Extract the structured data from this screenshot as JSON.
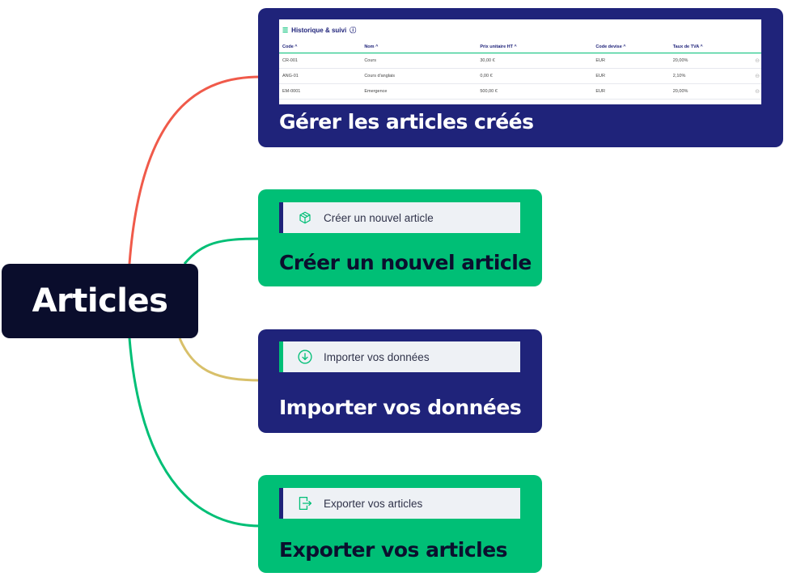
{
  "root": {
    "label": "Articles"
  },
  "colors": {
    "navy": "#1f237a",
    "green": "#00bf76",
    "dark": "#0a0d2c",
    "link_red": "#f05a4a",
    "link_green": "#00bf76",
    "link_gold": "#d8c06a"
  },
  "nodes": {
    "manage": {
      "title": "Gérer les articles créés",
      "preview": {
        "heading": "Historique & suivi",
        "heading_icon": "list-icon",
        "info_icon": "info-icon",
        "columns": [
          "Code",
          "Nom",
          "Prix unitaire HT",
          "Code devise",
          "Taux de TVA"
        ],
        "rows": [
          [
            "CR-001",
            "Cours",
            "30,00 €",
            "EUR",
            "20,00%"
          ],
          [
            "ANG-01",
            "Cours d'anglais",
            "0,00 €",
            "EUR",
            "2,10%"
          ],
          [
            "EM-0001",
            "Emergence",
            "500,00 €",
            "EUR",
            "20,00%"
          ]
        ]
      }
    },
    "create": {
      "title": "Créer un nouvel article",
      "action_label": "Créer un nouvel article",
      "action_icon": "box-icon"
    },
    "import": {
      "title": "Importer vos données",
      "action_label": "Importer vos données",
      "action_icon": "download-circle-icon"
    },
    "export": {
      "title": "Exporter vos articles",
      "action_label": "Exporter vos articles",
      "action_icon": "export-icon"
    }
  }
}
